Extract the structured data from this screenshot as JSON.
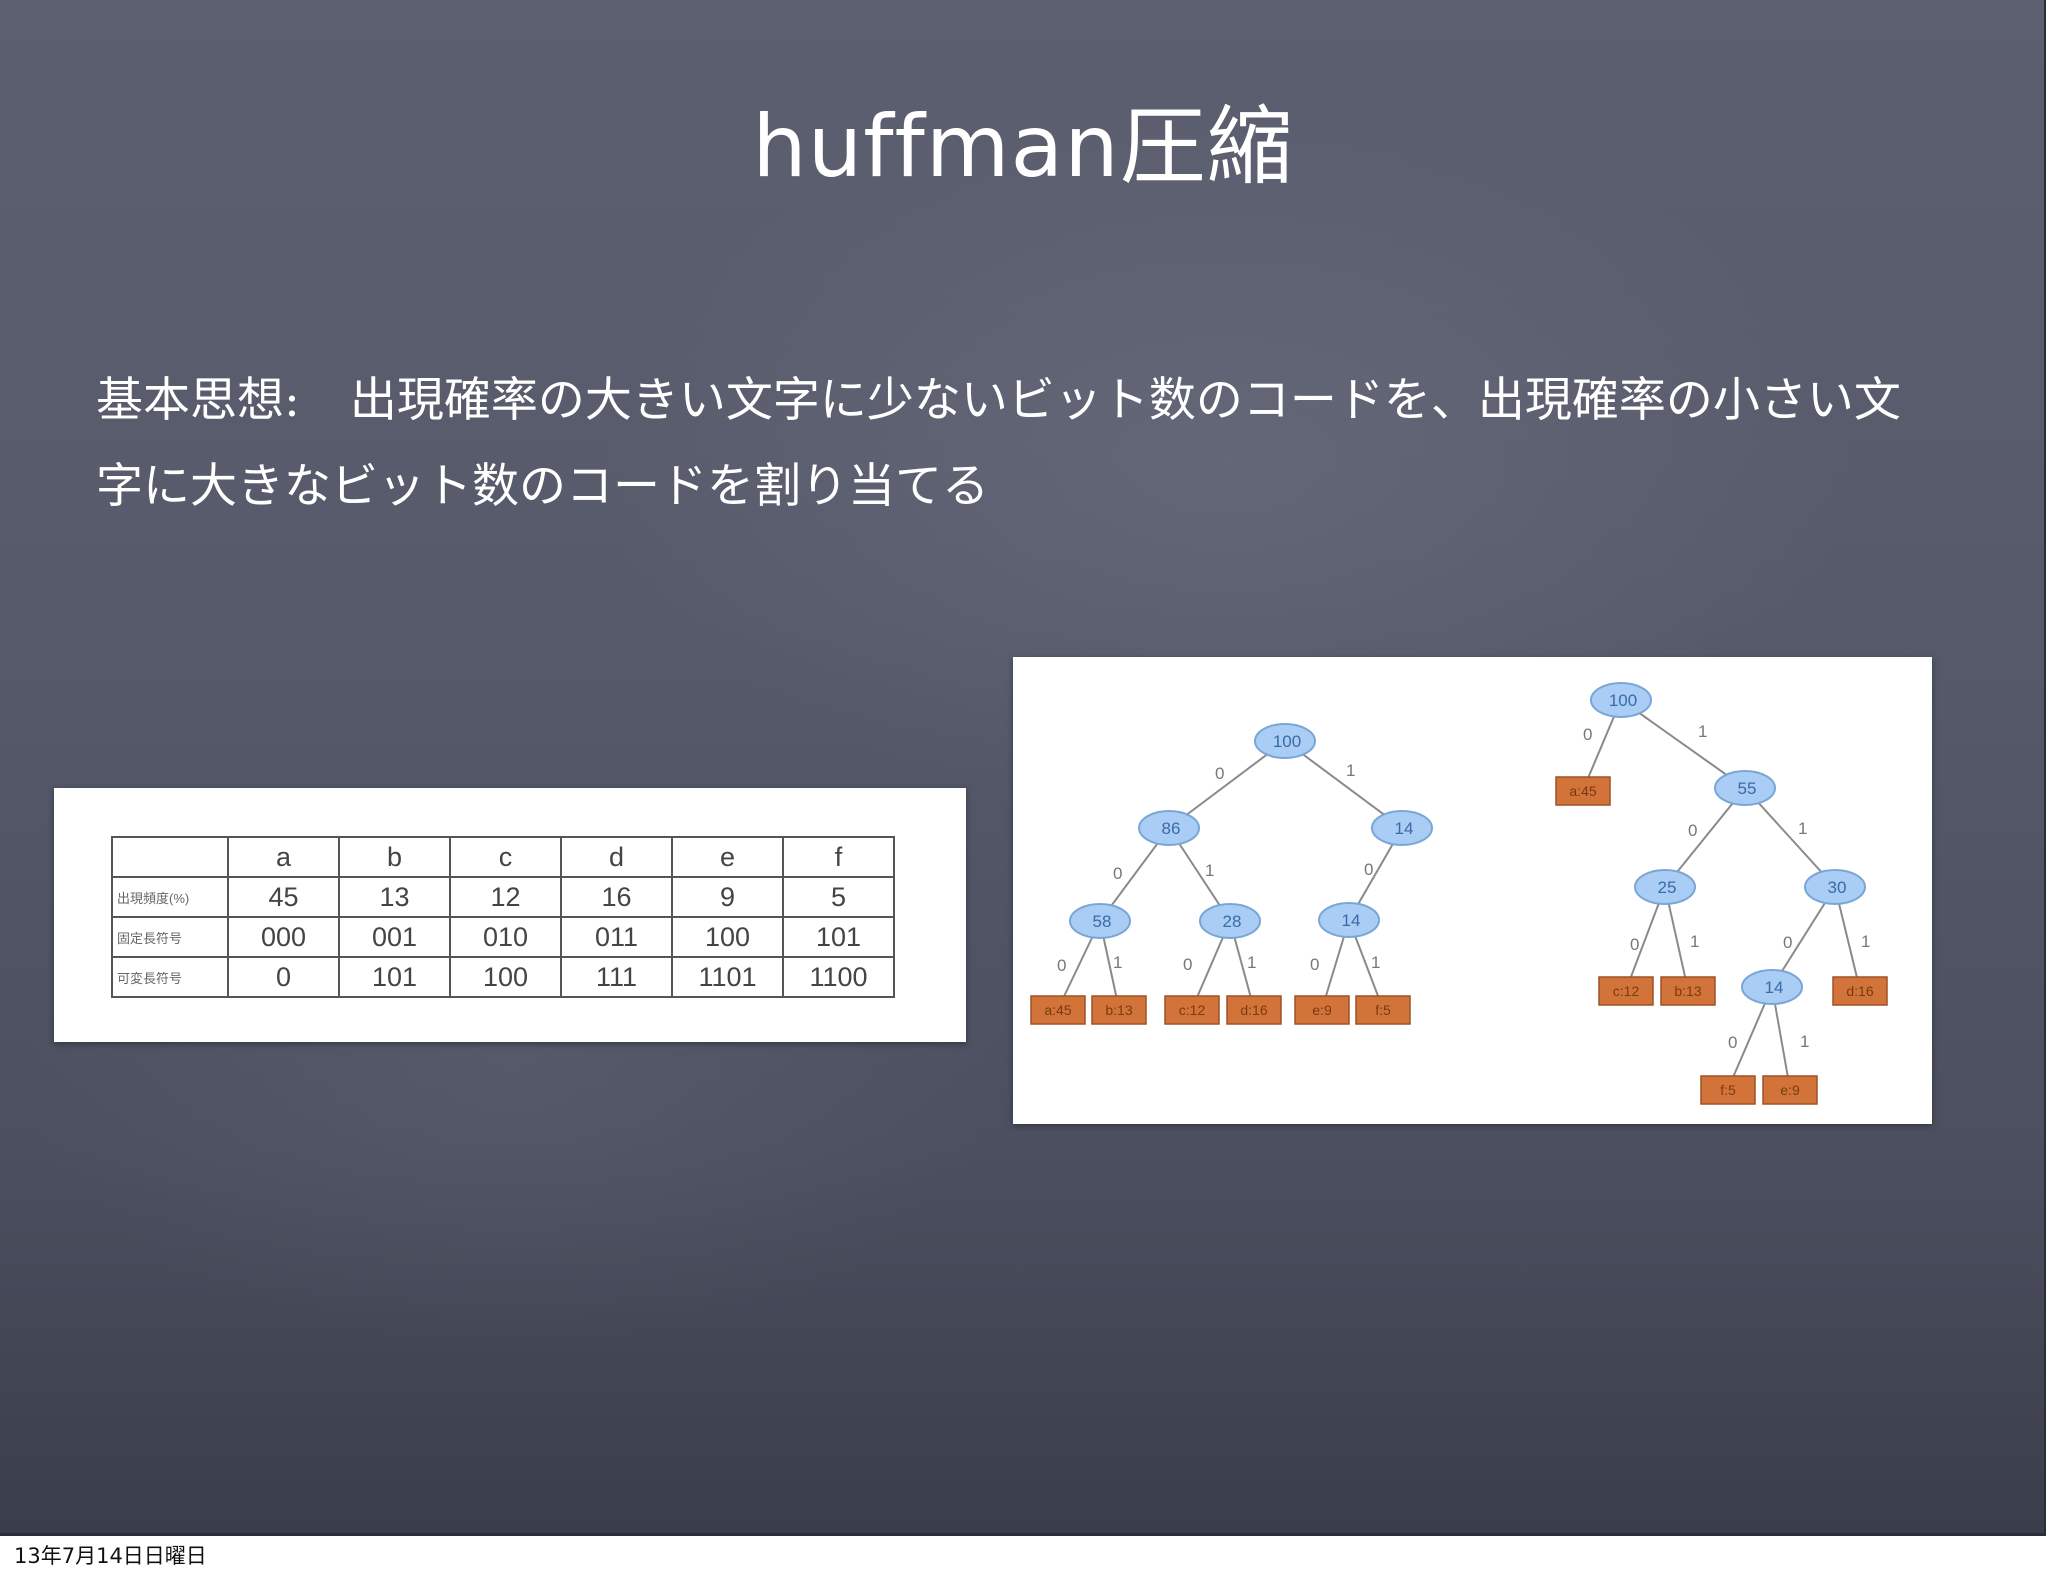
{
  "slide": {
    "title": "huffman圧縮",
    "body_label": "基本思想:",
    "body_line1": "出現確率の大きい文字に少ないビット数のコードを、出現確率の小さい文",
    "body_line2": "字に大きなビット数のコードを割り当てる"
  },
  "table": {
    "headers": [
      "",
      "a",
      "b",
      "c",
      "d",
      "e",
      "f"
    ],
    "rows": [
      {
        "label": "出現頻度(%)",
        "values": [
          "45",
          "13",
          "12",
          "16",
          "9",
          "5"
        ]
      },
      {
        "label": "固定長符号",
        "values": [
          "000",
          "001",
          "010",
          "011",
          "100",
          "101"
        ]
      },
      {
        "label": "可変長符号",
        "values": [
          "0",
          "101",
          "100",
          "111",
          "1101",
          "1100"
        ]
      }
    ]
  },
  "trees": {
    "colors": {
      "node_fill": "#a9cdf5",
      "node_stroke": "#7aa6d6",
      "node_text": "#3a6aa8",
      "leaf_fill": "#d2743a",
      "leaf_stroke": "#9c5226",
      "leaf_text": "#7a3a10",
      "edge": "#8a8a8a",
      "edge_label": "#777777"
    },
    "fixed_length_tree": {
      "nodes": [
        {
          "id": "n100",
          "label": "100"
        },
        {
          "id": "n86",
          "label": "86"
        },
        {
          "id": "n14a",
          "label": "14"
        },
        {
          "id": "n58",
          "label": "58"
        },
        {
          "id": "n28",
          "label": "28"
        },
        {
          "id": "n14b",
          "label": "14"
        }
      ],
      "leaves": [
        "a:45",
        "b:13",
        "c:12",
        "d:16",
        "e:9",
        "f:5"
      ],
      "edge_labels": [
        "0",
        "1",
        "0",
        "1",
        "0",
        "0",
        "1",
        "0",
        "1",
        "0",
        "1"
      ]
    },
    "variable_length_tree": {
      "nodes": [
        {
          "id": "m100",
          "label": "100"
        },
        {
          "id": "m55",
          "label": "55"
        },
        {
          "id": "m25",
          "label": "25"
        },
        {
          "id": "m30",
          "label": "30"
        },
        {
          "id": "m14",
          "label": "14"
        }
      ],
      "leaves": [
        "a:45",
        "c:12",
        "b:13",
        "d:16",
        "f:5",
        "e:9"
      ],
      "edge_labels": [
        "0",
        "1",
        "0",
        "1",
        "0",
        "1",
        "0",
        "1",
        "0",
        "1"
      ]
    }
  },
  "footer": {
    "date": "13年7月14日日曜日"
  }
}
